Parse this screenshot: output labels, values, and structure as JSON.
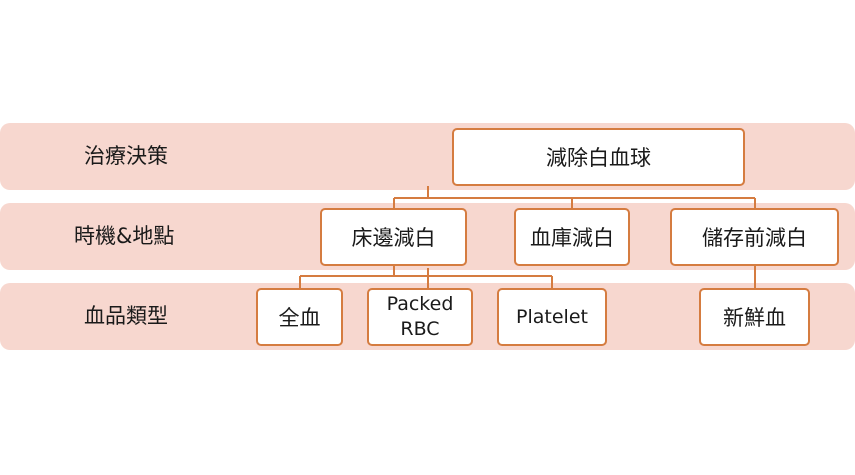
{
  "rows": [
    {
      "label": "治療決策"
    },
    {
      "label": "時機&地點"
    },
    {
      "label": "血品類型"
    }
  ],
  "nodes": {
    "root": "減除白血球",
    "bedside": "床邊減白",
    "blood_bank": "血庫減白",
    "pre_storage": "儲存前減白",
    "whole_blood": "全血",
    "packed_rbc_line1": "Packed",
    "packed_rbc_line2": "RBC",
    "platelet": "Platelet",
    "fresh_blood": "新鮮血"
  },
  "colors": {
    "band_fill": "#f7d7cf",
    "node_border": "#d57c40",
    "connector": "#d57c40"
  }
}
